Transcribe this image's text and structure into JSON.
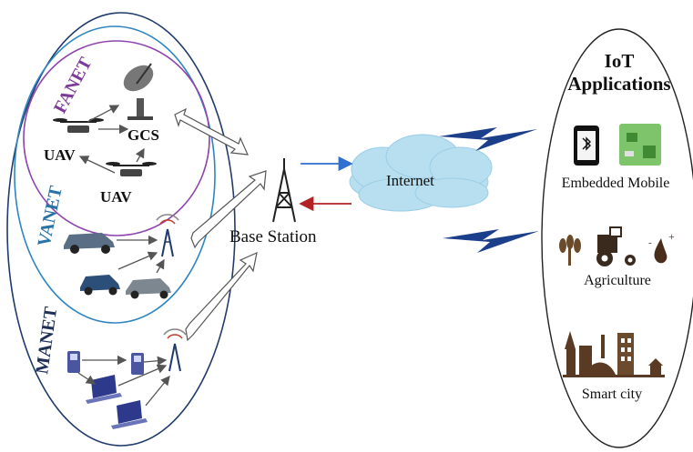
{
  "networks": {
    "fanet": "FANET",
    "vanet": "VANET",
    "manet": "MANET"
  },
  "nodes": {
    "uav_top": "UAV",
    "uav_bottom": "UAV",
    "gcs": "GCS",
    "base_station": "Base Station",
    "internet": "Internet"
  },
  "iot": {
    "title_line1": "IoT",
    "title_line2": "Applications",
    "apps": [
      "Embedded Mobile",
      "Agriculture",
      "Smart city"
    ]
  },
  "colors": {
    "fanet_ring": "#8e44ad",
    "vanet_ring": "#2e86c1",
    "outer_ring": "#1f3a6b",
    "cloud": "#b7dff0",
    "uplink_arrow": "#2f6fd0",
    "downlink_arrow": "#b22222",
    "lightning": "#1c3f8c"
  }
}
